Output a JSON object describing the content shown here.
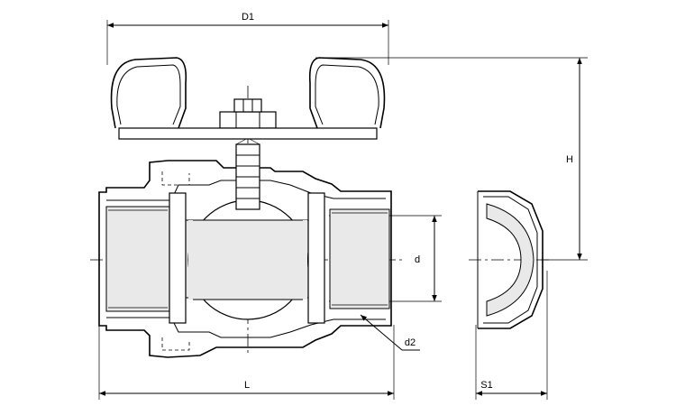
{
  "diagram": {
    "labels": {
      "d1": "D1",
      "h": "H",
      "d": "d",
      "d2": "d2",
      "l": "L",
      "s1": "S1"
    }
  }
}
